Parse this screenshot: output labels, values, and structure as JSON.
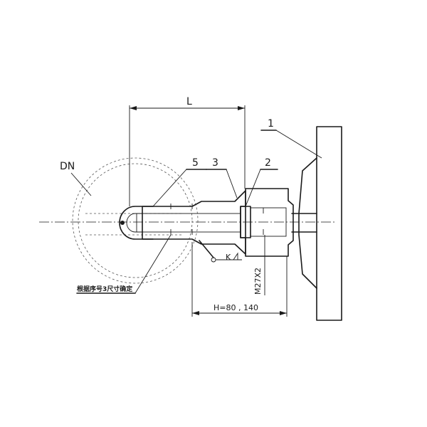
{
  "drawing": {
    "dimension_L": "L",
    "dimension_H": "H=80 , 140",
    "label_DN": "DN",
    "thread": "M27X2",
    "symbol_K": "K",
    "balloons": [
      "1",
      "2",
      "3",
      "5"
    ],
    "note_cn": "根据序号3尺寸确定"
  }
}
